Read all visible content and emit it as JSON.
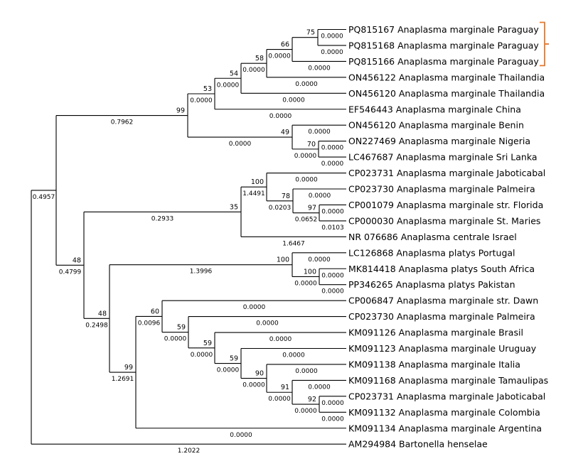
{
  "highlight_color": "#e8782a",
  "tree": {
    "leaves": [
      {
        "id": "l1",
        "label": "PQ815167 Anaplasma marginale Paraguay"
      },
      {
        "id": "l2",
        "label": "PQ815168 Anaplasma marginale Paraguay"
      },
      {
        "id": "l3",
        "label": "PQ815166 Anaplasma marginale Paraguay"
      },
      {
        "id": "l4",
        "label": "ON456122 Anaplasma marginale Thailandia"
      },
      {
        "id": "l5",
        "label": "ON456120 Anaplasma marginale Thailandia"
      },
      {
        "id": "l6",
        "label": "EF546443 Anaplasma marginale China"
      },
      {
        "id": "l7",
        "label": "ON456120 Anaplasma marginale Benin"
      },
      {
        "id": "l8",
        "label": "ON227469 Anaplasma marginale Nigeria"
      },
      {
        "id": "l9",
        "label": "LC467687 Anaplasma marginale Sri Lanka"
      },
      {
        "id": "l10",
        "label": "CP023731 Anaplasma marginale Jaboticabal"
      },
      {
        "id": "l11",
        "label": "CP023730 Anaplasma marginale Palmeira"
      },
      {
        "id": "l12",
        "label": "CP001079 Anaplasma marginale str. Florida"
      },
      {
        "id": "l13",
        "label": "CP000030 Anaplasma marginale St. Maries"
      },
      {
        "id": "l14",
        "label": "NR 076686 Anaplasma centrale Israel"
      },
      {
        "id": "l15",
        "label": "LC126868 Anaplasma platys Portugal"
      },
      {
        "id": "l16",
        "label": "MK814418 Anaplasma platys South Africa"
      },
      {
        "id": "l17",
        "label": "PP346265 Anaplasma platys Pakistan"
      },
      {
        "id": "l18",
        "label": "CP006847 Anaplasma marginale str. Dawn"
      },
      {
        "id": "l19",
        "label": "CP023730 Anaplasma marginale Palmeira"
      },
      {
        "id": "l20",
        "label": "KM091126 Anaplasma marginale Brasil"
      },
      {
        "id": "l21",
        "label": "KM091123 Anaplasma marginale Uruguay"
      },
      {
        "id": "l22",
        "label": "KM091138 Anaplasma marginale Italia"
      },
      {
        "id": "l23",
        "label": "KM091168 Anaplasma marginale Tamaulipas"
      },
      {
        "id": "l24",
        "label": "CP023731 Anaplasma marginale Jaboticabal"
      },
      {
        "id": "l25",
        "label": "KM091132 Anaplasma marginale Colombia"
      },
      {
        "id": "l26",
        "label": "KM091134 Anaplasma marginale Argentina"
      },
      {
        "id": "l27",
        "label": "AM294984 Bartonella henselae"
      }
    ],
    "edges": [
      {
        "child": "l1",
        "length": "0.0000"
      },
      {
        "child": "l2",
        "length": "0.0000"
      },
      {
        "child": "n_p2",
        "support": "75"
      },
      {
        "child": "l3",
        "length": "0.0000"
      },
      {
        "child": "n_p3",
        "support": "66",
        "length": "0.0000"
      },
      {
        "child": "l4",
        "length": "0.0000"
      },
      {
        "child": "n_p4",
        "support": "58",
        "length": "0.0000"
      },
      {
        "child": "l5",
        "length": "0.0000"
      },
      {
        "child": "n_p5",
        "support": "54",
        "length": "0.0000"
      },
      {
        "child": "l6",
        "length": "0.0000"
      },
      {
        "child": "n_p6",
        "support": "53",
        "length": "0.0000"
      },
      {
        "child": "l9",
        "length": "0.0000"
      },
      {
        "child": "l8",
        "length": "0.0000"
      },
      {
        "child": "n_b2",
        "support": "70",
        "length": "0.0000"
      },
      {
        "child": "l7",
        "length": "0.0000"
      },
      {
        "child": "n_b3",
        "support": "49",
        "length": "0.0000"
      },
      {
        "child": "n_asia",
        "support": "99",
        "length": "0.7962"
      },
      {
        "child": "l12",
        "length": "0.0000"
      },
      {
        "child": "l13",
        "length": "0.0103"
      },
      {
        "child": "n_j2",
        "support": "97",
        "length": "0.0652"
      },
      {
        "child": "l11",
        "length": "0.0000"
      },
      {
        "child": "n_j3",
        "support": "78",
        "length": "0.0203"
      },
      {
        "child": "l10",
        "length": "0.0000"
      },
      {
        "child": "n_j4",
        "support": "100",
        "length": "1.4491"
      },
      {
        "child": "l14",
        "length": "1.6467"
      },
      {
        "child": "n_ac",
        "support": "35",
        "length": "0.2933"
      },
      {
        "child": "l16",
        "length": "0.0000"
      },
      {
        "child": "l17",
        "length": "0.0000"
      },
      {
        "child": "n_pl2",
        "support": "100",
        "length": "0.0000"
      },
      {
        "child": "l15",
        "length": "0.0000"
      },
      {
        "child": "n_platys",
        "support": "100",
        "length": "1.3996"
      },
      {
        "child": "l24",
        "length": "0.0000"
      },
      {
        "child": "l25",
        "length": "0.0000"
      },
      {
        "child": "n_s1",
        "support": "92",
        "length": "0.0000"
      },
      {
        "child": "l23",
        "length": "0.0000"
      },
      {
        "child": "n_s2",
        "support": "91",
        "length": "0.0000"
      },
      {
        "child": "l22",
        "length": "0.0000"
      },
      {
        "child": "n_s3",
        "support": "90",
        "length": "0.0000"
      },
      {
        "child": "l21",
        "length": "0.0000"
      },
      {
        "child": "n_s4",
        "support": "59",
        "length": "0.0000"
      },
      {
        "child": "l20",
        "length": "0.0000"
      },
      {
        "child": "n_s5",
        "support": "59",
        "length": "0.0000"
      },
      {
        "child": "l19",
        "length": "0.0000"
      },
      {
        "child": "n_s6",
        "support": "59",
        "length": "0.0000"
      },
      {
        "child": "l18",
        "length": "0.0000"
      },
      {
        "child": "n_s7",
        "support": "60",
        "length": "0.0096"
      },
      {
        "child": "l26",
        "length": "0.0000"
      },
      {
        "child": "n_sam",
        "support": "99",
        "length": "1.2691"
      },
      {
        "child": "n_c48b",
        "support": "48",
        "length": "0.2498"
      },
      {
        "child": "n_c48a",
        "support": "48",
        "length": "0.4799"
      },
      {
        "child": "n_in",
        "length": "0.4957"
      },
      {
        "child": "l27",
        "length": "1.2022"
      }
    ]
  }
}
